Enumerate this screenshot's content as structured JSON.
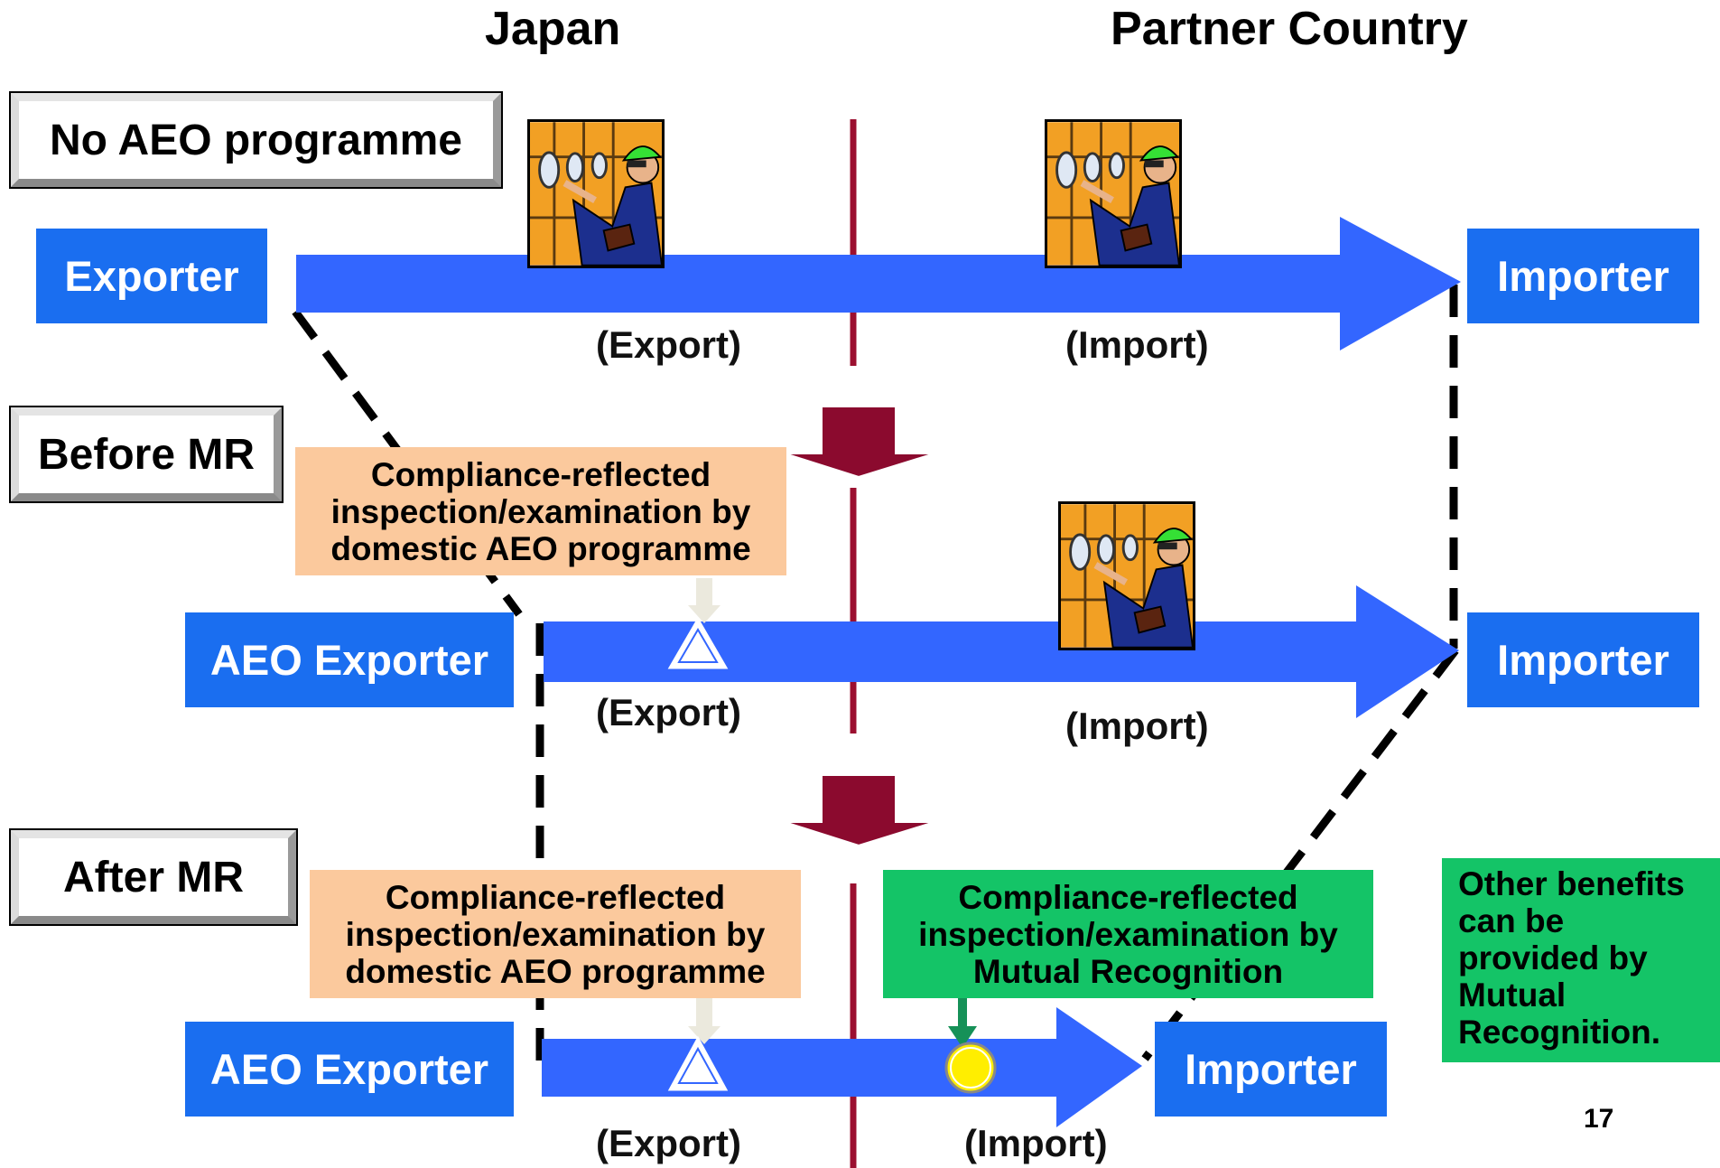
{
  "headers": {
    "left": "Japan",
    "right": "Partner Country"
  },
  "rows": [
    {
      "label": "No AEO programme",
      "exporter": "Exporter",
      "importer": "Importer",
      "export_label": "(Export)",
      "import_label": "(Import)"
    },
    {
      "label": "Before MR",
      "exporter": "AEO Exporter",
      "importer": "Importer",
      "export_label": "(Export)",
      "import_label": "(Import)",
      "note_lines": [
        "Compliance-reflected",
        "inspection/examination by",
        "domestic AEO programme"
      ]
    },
    {
      "label": "After MR",
      "exporter": "AEO Exporter",
      "importer": "Importer",
      "export_label": "(Export)",
      "import_label": "(Import)",
      "note_lines": [
        "Compliance-reflected",
        "inspection/examination by",
        "domestic AEO programme"
      ],
      "mr_note_lines": [
        "Compliance-reflected",
        "inspection/examination by",
        "Mutual Recognition"
      ]
    }
  ],
  "other_benefits_lines": [
    "Other benefits",
    "can be",
    "provided by",
    "Mutual",
    "Recognition."
  ],
  "page_number": "17",
  "icons": [
    "customs-inspector-icon",
    "down-arrow-icon",
    "triangle-marker-icon",
    "circle-marker-icon"
  ],
  "colors": {
    "flow_arrow": "#3366ff",
    "party_box": "#1a6ef0",
    "border_line": "#9b1030",
    "transition_arrow": "#8b0a2e",
    "orange_note": "#fbc99d",
    "green_note": "#14c467",
    "marker_yellow": "#ffee00"
  }
}
